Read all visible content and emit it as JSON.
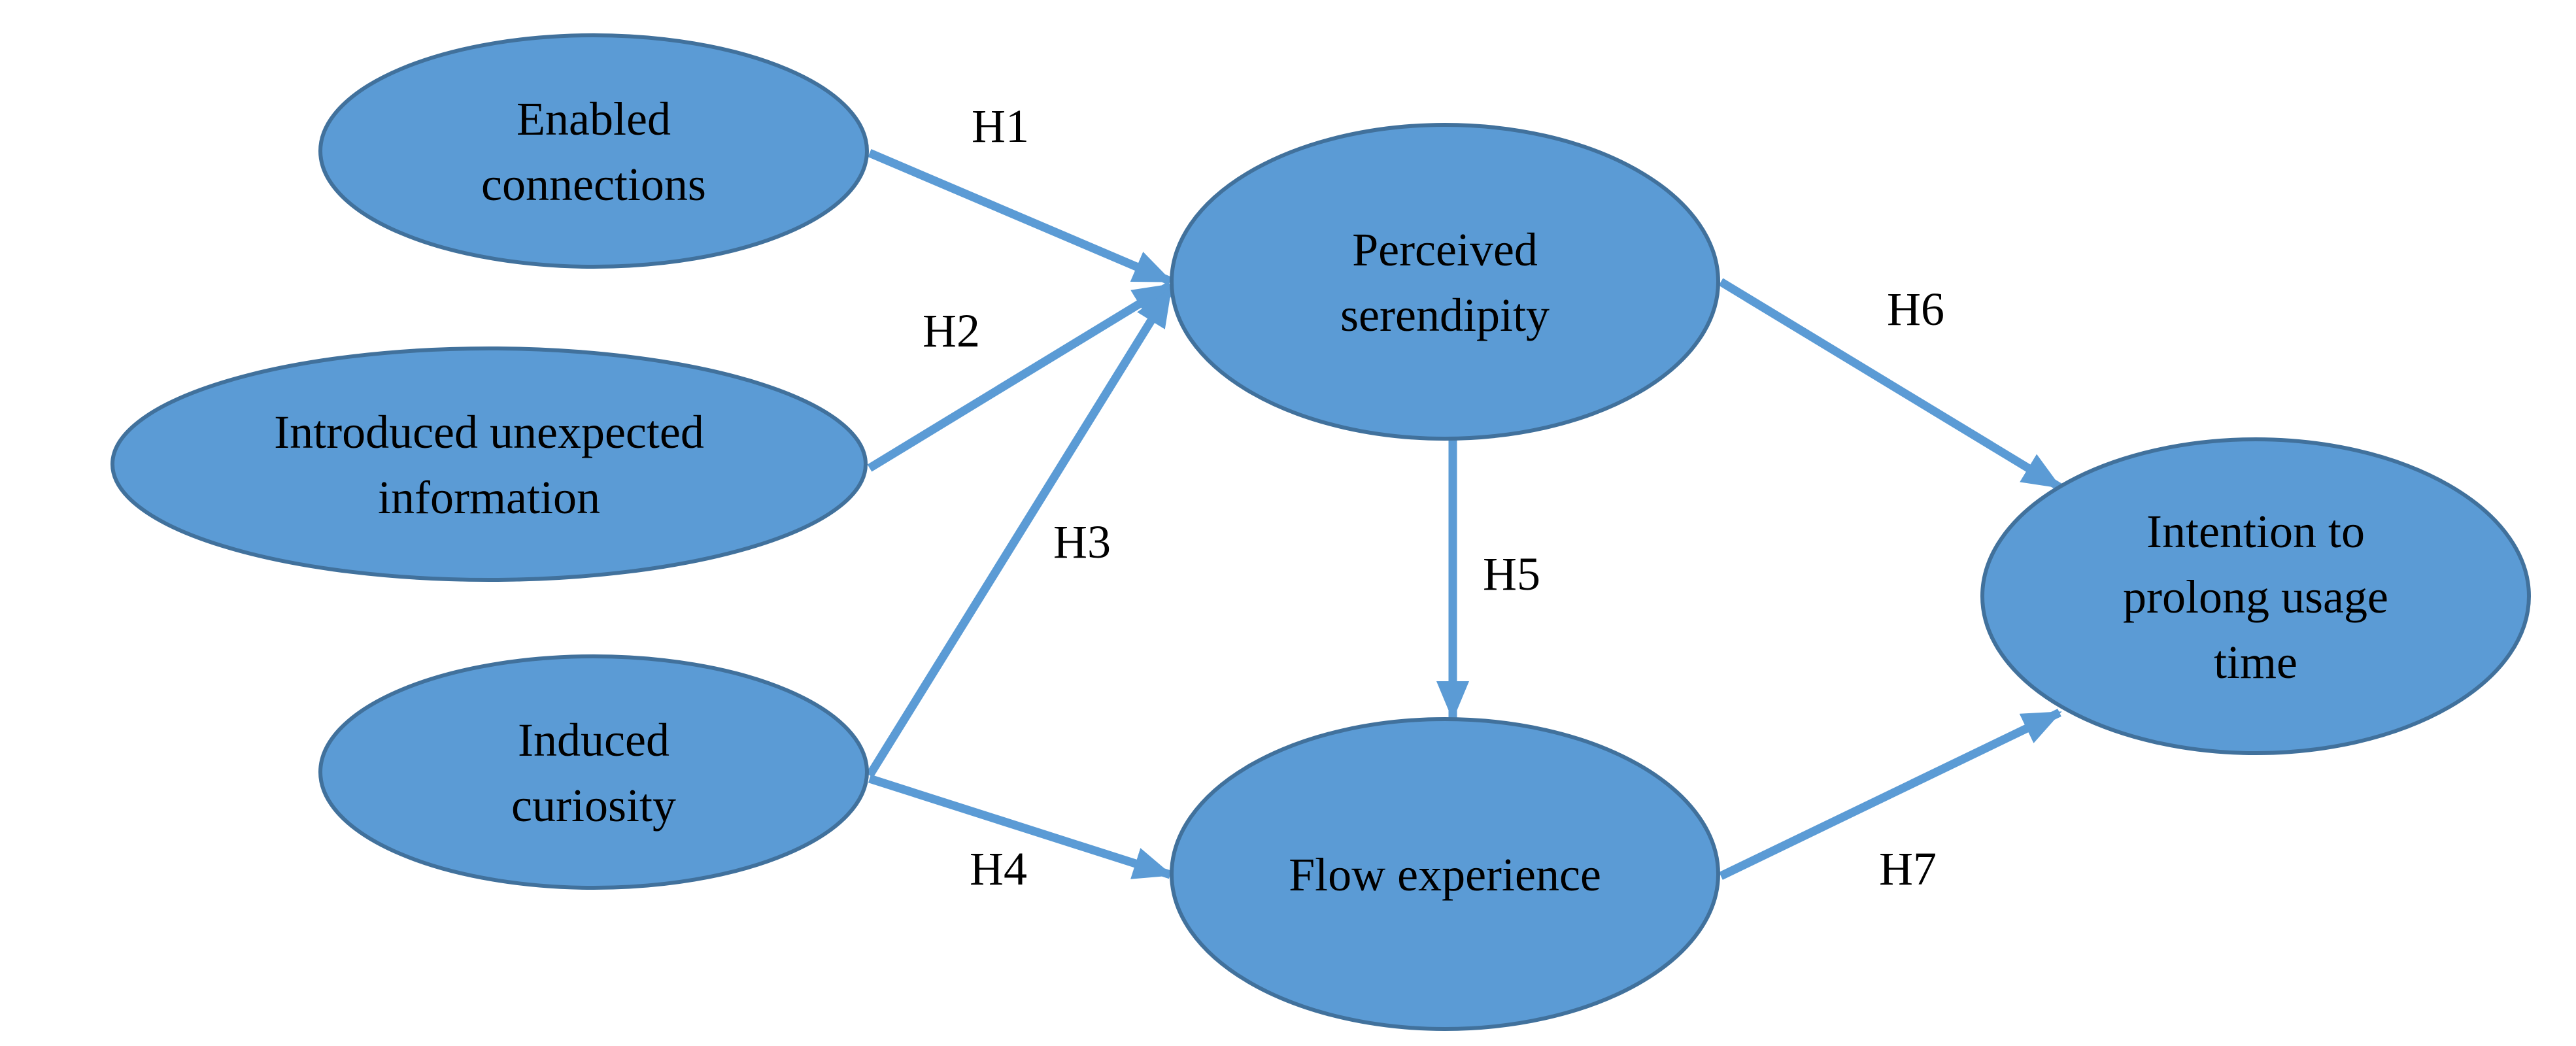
{
  "nodes": [
    {
      "id": "enabled_connections",
      "lines": [
        "Enabled",
        "connections"
      ]
    },
    {
      "id": "introduced_unexpected_information",
      "lines": [
        "Introduced unexpected",
        "information"
      ]
    },
    {
      "id": "induced_curiosity",
      "lines": [
        "Induced",
        "curiosity"
      ]
    },
    {
      "id": "perceived_serendipity",
      "lines": [
        "Perceived",
        "serendipity"
      ]
    },
    {
      "id": "flow_experience",
      "lines": [
        "Flow experience"
      ]
    },
    {
      "id": "intention_to_prolong_usage_time",
      "lines": [
        "Intention to",
        "prolong usage",
        "time"
      ]
    }
  ],
  "edges": [
    {
      "id": "H1",
      "label": "H1",
      "from": "enabled_connections",
      "to": "perceived_serendipity"
    },
    {
      "id": "H2",
      "label": "H2",
      "from": "introduced_unexpected_information",
      "to": "perceived_serendipity"
    },
    {
      "id": "H3",
      "label": "H3",
      "from": "induced_curiosity",
      "to": "perceived_serendipity"
    },
    {
      "id": "H4",
      "label": "H4",
      "from": "induced_curiosity",
      "to": "flow_experience"
    },
    {
      "id": "H5",
      "label": "H5",
      "from": "perceived_serendipity",
      "to": "flow_experience"
    },
    {
      "id": "H6",
      "label": "H6",
      "from": "perceived_serendipity",
      "to": "intention_to_prolong_usage_time"
    },
    {
      "id": "H7",
      "label": "H7",
      "from": "flow_experience",
      "to": "intention_to_prolong_usage_time"
    }
  ],
  "colors": {
    "node_fill": "#5b9bd5",
    "node_stroke": "#41719c",
    "arrow": "#5b9bd5",
    "text": "#000000"
  }
}
